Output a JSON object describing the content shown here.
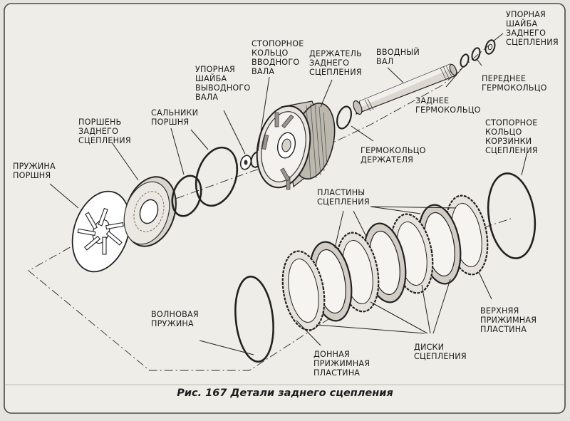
{
  "labels": {
    "piston_spring": "ПРУЖИНА\nПОРШНЯ",
    "rear_clutch_piston": "ПОРШЕНЬ\nЗАДНЕГО\nСЦЕПЛЕНИЯ",
    "piston_seals": "САЛЬНИКИ\nПОРШНЯ",
    "output_shaft_thrust_washer": "УПОРНАЯ\nШАЙБА\nВЫВОДНОГО\nВАЛА",
    "input_shaft_snap_ring": "СТОПОРНОЕ\nКОЛЬЦО\nВВОДНОГО\nВАЛА",
    "rear_clutch_retainer": "ДЕРЖАТЕЛЬ\nЗАДНЕГО\nСЦЕПЛЕНИЯ",
    "input_shaft": "ВВОДНЫЙ\nВАЛ",
    "rear_clutch_thrust_washer": "УПОРНАЯ\nШАЙБА\nЗАДНЕГО\nСЦЕПЛЕНИЯ",
    "front_seal_ring": "ПЕРЕДНЕЕ\nГЕРМОКОЛЬЦО",
    "rear_seal_ring": "ЗАДНЕЕ\nГЕРМОКОЛЬЦО",
    "retainer_seal_ring": "ГЕРМОКОЛЬЦО\nДЕРЖАТЕЛЯ",
    "clutch_pack_snap_ring": "СТОПОРНОЕ\nКОЛЬЦО\nКОРЗИНКИ\nСЦЕПЛЕНИЯ",
    "clutch_plates": "ПЛАСТИНЫ\nСЦЕПЛЕНИЯ",
    "top_pressure_plate": "ВЕРХНЯЯ\nПРИЖИМНАЯ\nПЛАСТИНА",
    "clutch_discs": "ДИСКИ\nСЦЕПЛЕНИЯ",
    "bottom_pressure_plate": "ДОННАЯ\nПРИЖИМНАЯ\nПЛАСТИНА",
    "wave_spring": "ВОЛНОВАЯ\nПРУЖИНА"
  },
  "caption": "Рис. 167 Детали заднего сцепления"
}
